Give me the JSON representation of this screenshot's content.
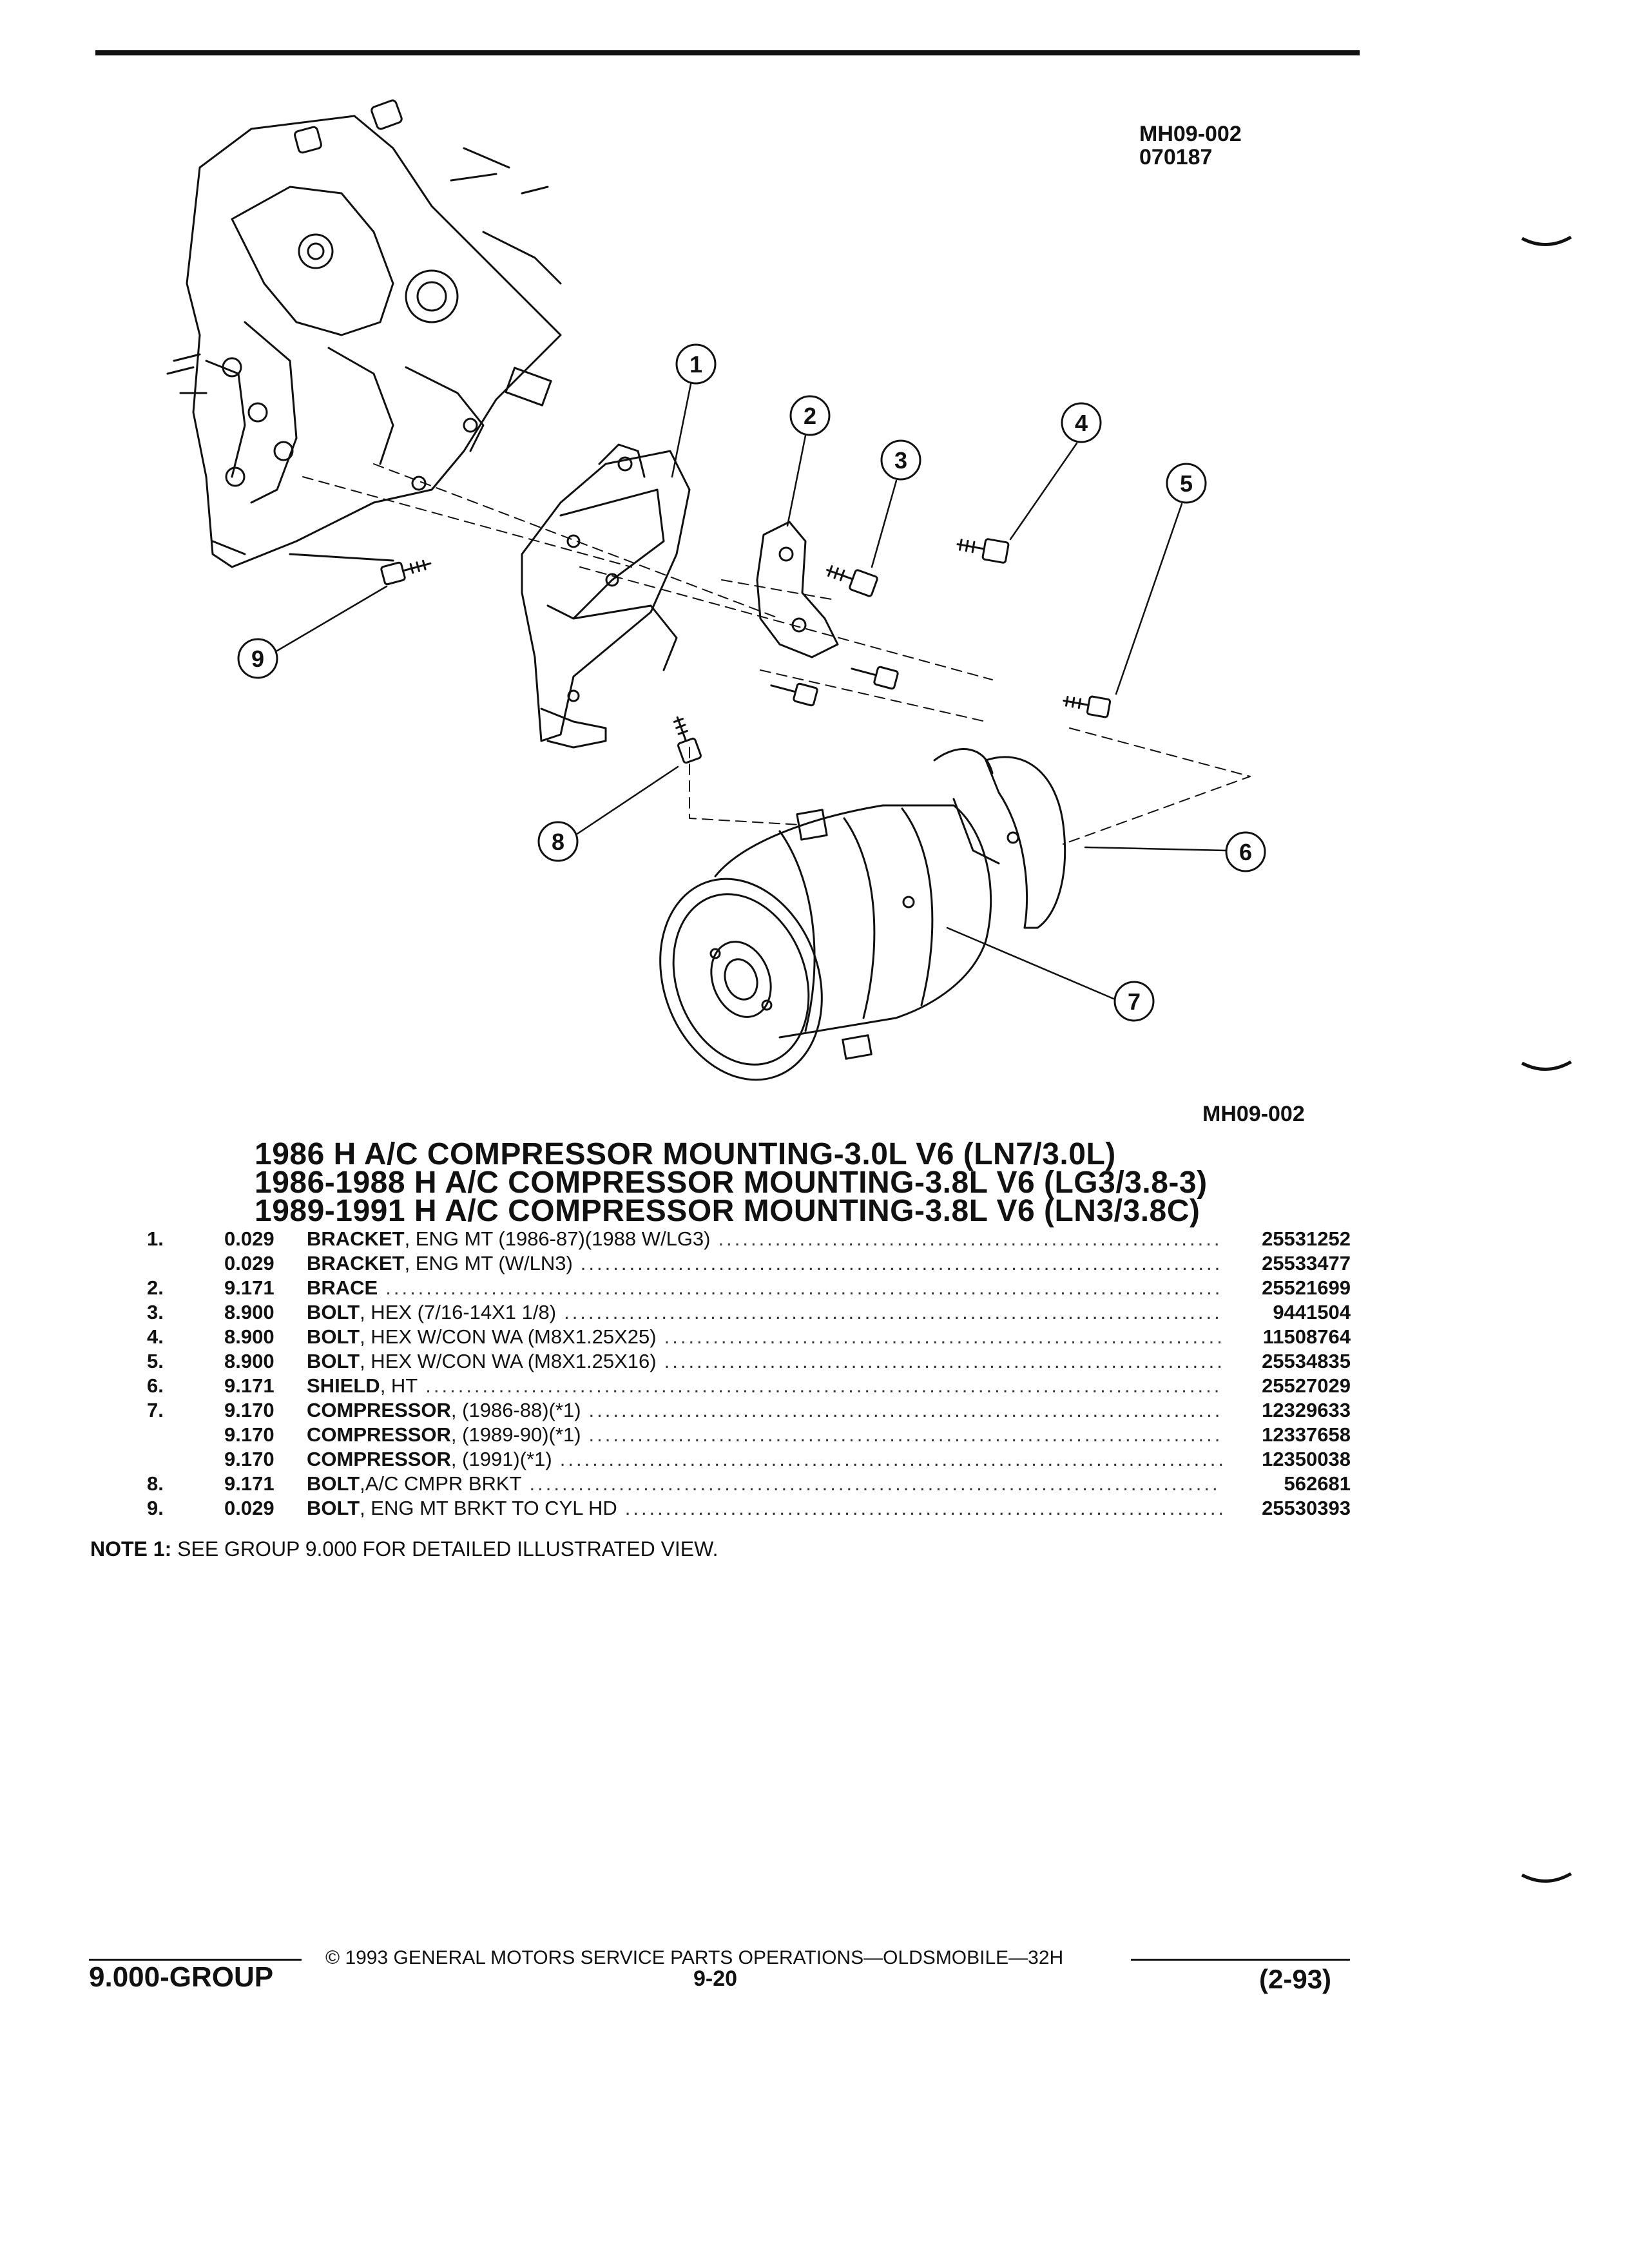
{
  "figure": {
    "id": "MH09-002",
    "code": "070187",
    "caption_id": "MH09-002"
  },
  "callouts": [
    "1",
    "2",
    "3",
    "4",
    "5",
    "6",
    "7",
    "8",
    "9"
  ],
  "titles": [
    "1986 H A/C COMPRESSOR MOUNTING-3.0L V6 (LN7/3.0L)",
    "1986-1988 H A/C COMPRESSOR MOUNTING-3.8L V6 (LG3/3.8-3)",
    "1989-1991 H A/C COMPRESSOR MOUNTING-3.8L V6 (LN3/3.8C)"
  ],
  "parts": [
    {
      "no": "1.",
      "group": "0.029",
      "name": "BRACKET",
      "detail": ", ENG MT (1986-87)(1988 W/LG3)",
      "pn": "25531252"
    },
    {
      "no": "",
      "group": "0.029",
      "name": "BRACKET",
      "detail": ", ENG MT (W/LN3)",
      "pn": "25533477"
    },
    {
      "no": "2.",
      "group": "9.171",
      "name": "BRACE",
      "detail": "",
      "pn": "25521699"
    },
    {
      "no": "3.",
      "group": "8.900",
      "name": "BOLT",
      "detail": ", HEX (7/16-14X1 1/8)",
      "pn": "9441504"
    },
    {
      "no": "4.",
      "group": "8.900",
      "name": "BOLT",
      "detail": ", HEX W/CON WA (M8X1.25X25)",
      "pn": "11508764"
    },
    {
      "no": "5.",
      "group": "8.900",
      "name": "BOLT",
      "detail": ", HEX W/CON WA (M8X1.25X16)",
      "pn": "25534835"
    },
    {
      "no": "6.",
      "group": "9.171",
      "name": "SHIELD",
      "detail": ", HT",
      "pn": "25527029"
    },
    {
      "no": "7.",
      "group": "9.170",
      "name": "COMPRESSOR",
      "detail": ", (1986-88)(*1)",
      "pn": "12329633"
    },
    {
      "no": "",
      "group": "9.170",
      "name": "COMPRESSOR",
      "detail": ", (1989-90)(*1)",
      "pn": "12337658"
    },
    {
      "no": "",
      "group": "9.170",
      "name": "COMPRESSOR",
      "detail": ", (1991)(*1)",
      "pn": "12350038"
    },
    {
      "no": "8.",
      "group": "9.171",
      "name": "BOLT",
      "detail": ",A/C CMPR BRKT",
      "pn": "562681"
    },
    {
      "no": "9.",
      "group": "0.029",
      "name": "BOLT",
      "detail": ", ENG MT BRKT TO CYL HD",
      "pn": "25530393"
    }
  ],
  "note": {
    "label": "NOTE  1:",
    "text": "SEE GROUP 9.000 FOR DETAILED ILLUSTRATED VIEW."
  },
  "footer": {
    "copyright": "© 1993 GENERAL MOTORS SERVICE PARTS OPERATIONS—OLDSMOBILE—32H",
    "group": "9.000-GROUP",
    "page": "9-20",
    "date": "(2-93)"
  }
}
